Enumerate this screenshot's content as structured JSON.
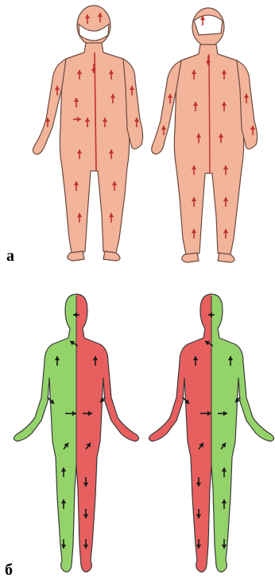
{
  "panels": [
    {
      "label": "а",
      "skin_fill": "#f2b49a",
      "outline_color": "#6b4a3f",
      "arrow_color": "#c0322c",
      "views": [
        "front",
        "back"
      ]
    },
    {
      "label": "б",
      "left_fill": "#94d36a",
      "right_fill": "#e85f5f",
      "outline_color": "#3a3a3a",
      "arrow_color": "#1a1a1a",
      "views": [
        "front",
        "back"
      ]
    }
  ]
}
